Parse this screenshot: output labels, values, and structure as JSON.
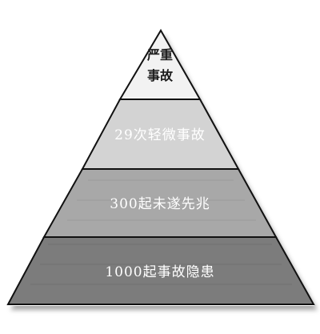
{
  "pyramid": {
    "tiers": [
      {
        "label_line1": "严重",
        "label_line2": "事故",
        "fill": "#f2f2f2"
      },
      {
        "label": "29次轻微事故",
        "fill": "#d3d3d3"
      },
      {
        "label": "300起未遂先兆",
        "fill": "#a8a8a8"
      },
      {
        "label": "1000起事故隐患",
        "fill": "#7c7c7c"
      }
    ],
    "outline_color": "#111111"
  }
}
